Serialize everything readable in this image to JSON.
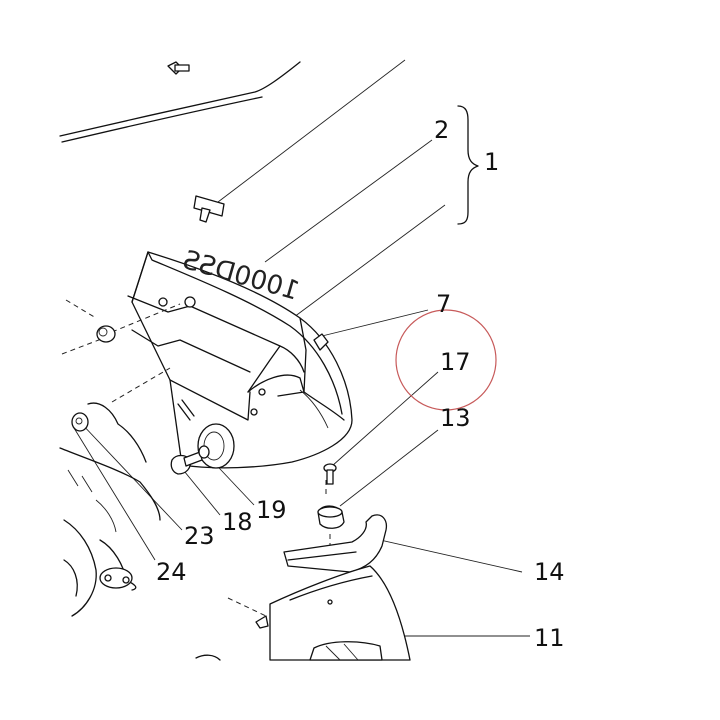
{
  "diagram": {
    "stamp_text": "1000DSS",
    "callouts": {
      "c1": "1",
      "c2": "2",
      "c7": "7",
      "c11": "11",
      "c13": "13",
      "c14": "14",
      "c17": "17",
      "c18": "18",
      "c19": "19",
      "c23": "23",
      "c24": "24"
    },
    "highlight_color": "#c75a5a",
    "line_color": "#111111"
  }
}
